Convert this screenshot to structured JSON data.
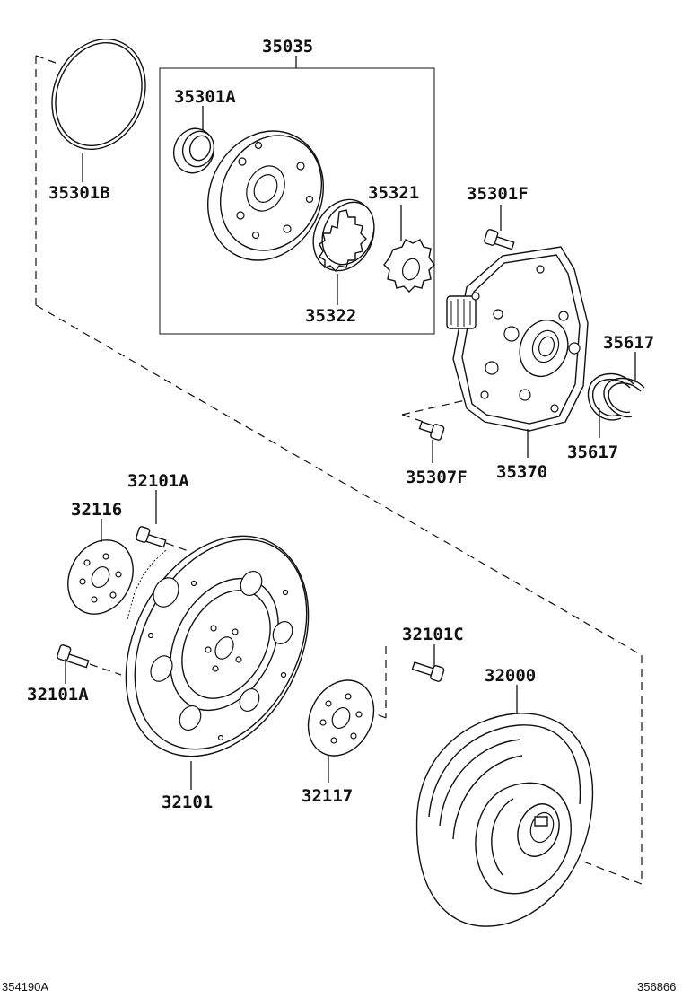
{
  "diagram": {
    "part_labels": {
      "p35035": "35035",
      "p35301A": "35301A",
      "p35301B": "35301B",
      "p35321": "35321",
      "p35322": "35322",
      "p35301F": "35301F",
      "p35617a": "35617",
      "p35617b": "35617",
      "p35307F": "35307F",
      "p35370": "35370",
      "p32101A_top": "32101A",
      "p32116": "32116",
      "p32101A_left": "32101A",
      "p32101C": "32101C",
      "p32000": "32000",
      "p32101": "32101",
      "p32117": "32117"
    },
    "footer": {
      "left_code": "354190A",
      "right_code": "356866"
    }
  }
}
